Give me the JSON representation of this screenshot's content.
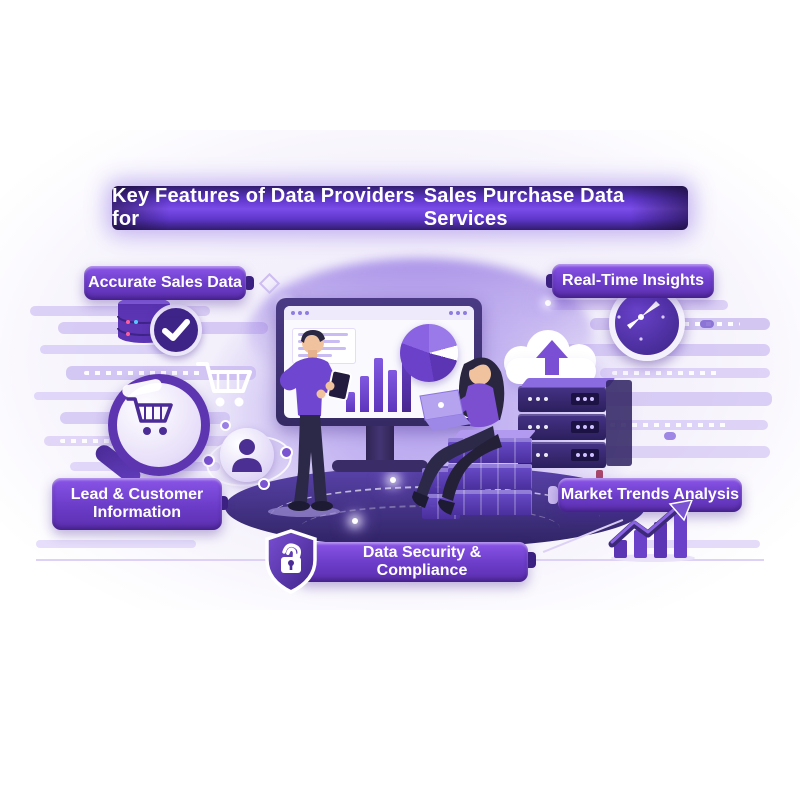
{
  "title": {
    "prefix": "Key Features of Data Providers for",
    "emphasis": "Sales Purchase Data Services"
  },
  "features": [
    {
      "label": "Accurate Sales Data",
      "icon": "database-check-icon",
      "position": "top-left"
    },
    {
      "label": "Real-Time Insights",
      "icon": "clock-icon",
      "position": "top-right"
    },
    {
      "label": "Lead & Customer Information",
      "icon": "customer-network-icon",
      "position": "bottom-left"
    },
    {
      "label": "Market Trends Analysis",
      "icon": "growth-chart-icon",
      "position": "bottom-right"
    },
    {
      "label": "Data Security & Compliance",
      "icon": "shield-lock-icon",
      "position": "bottom-center"
    }
  ],
  "illustration": {
    "icons": [
      "database-check-icon",
      "shopping-cart-icon",
      "magnifier-cart-icon",
      "customer-network-icon",
      "clock-icon",
      "cloud-upload-icon",
      "server-rack-icon",
      "storage-crates-icon",
      "shield-lock-icon",
      "growth-chart-icon",
      "monitor-dashboard-icon",
      "tablet-icon",
      "laptop-icon"
    ],
    "monitor": {
      "bar_values": [
        20,
        36,
        54,
        42,
        62
      ],
      "pie_slices": [
        {
          "color": "#9a79e8",
          "deg": 75
        },
        {
          "color": "#ffffff",
          "deg": 30
        },
        {
          "color": "#5c35b4",
          "deg": 65
        },
        {
          "color": "#6a41c8",
          "deg": 120
        },
        {
          "color": "#8a63e2",
          "deg": 70
        }
      ]
    }
  },
  "colors": {
    "accent": "#6b3fe0",
    "banner_core": "#7a4ce8",
    "pill_top": "#8a55e8",
    "pill_bottom": "#5c2fae",
    "dark_purple": "#3f2488",
    "lavender": "#cfc0f2",
    "platform_dark": "#2f2362",
    "skin": "#f1c29e",
    "text": "#ffffff"
  }
}
